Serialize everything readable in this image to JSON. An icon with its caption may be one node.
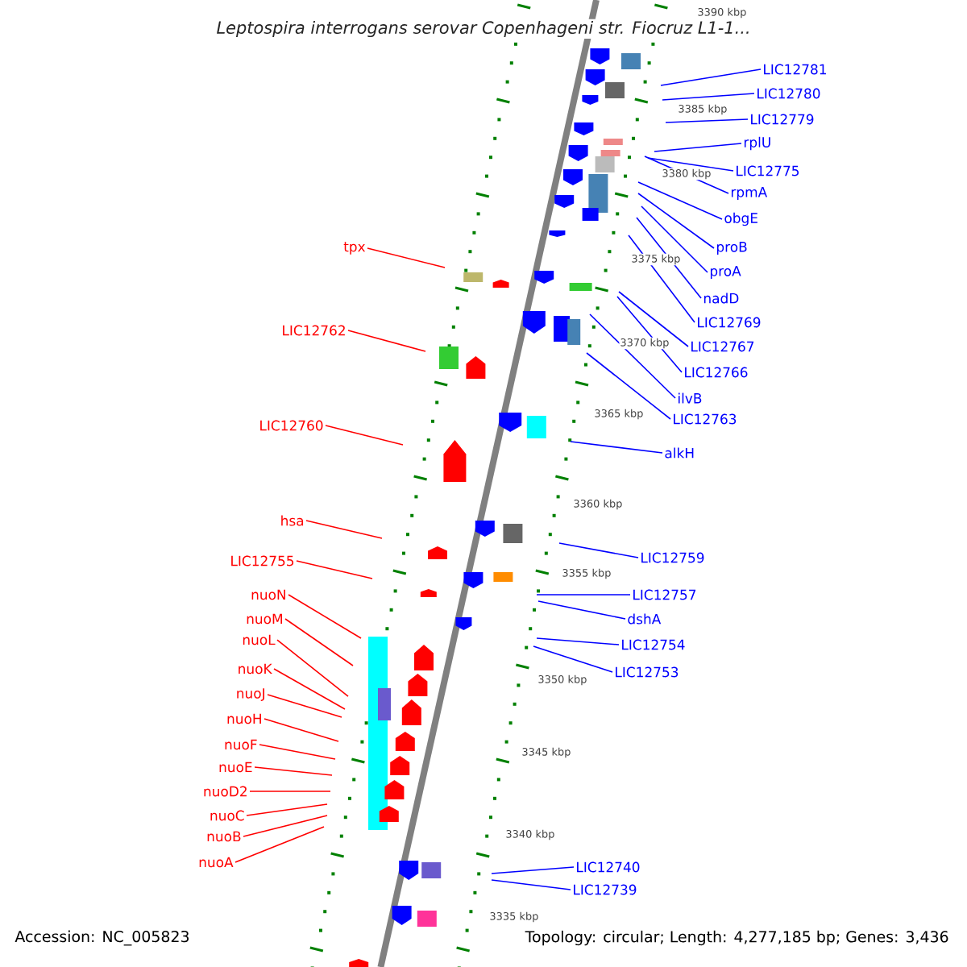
{
  "diagram": {
    "title": "Leptospira interrogans serovar Copenhageni str. Fiocruz L1-1...",
    "nodes": [
      {
        "text": [
          "LIC12781"
        ]
      },
      {
        "text": [
          "LIC12780"
        ]
      },
      {
        "text": [
          "LIC12779"
        ]
      },
      {
        "text": [
          "rplU"
        ]
      },
      {
        "text": [
          "LIC12775"
        ]
      },
      {
        "text": [
          "rpmA"
        ]
      },
      {
        "text": [
          "obgE"
        ]
      },
      {
        "text": [
          "proB"
        ]
      },
      {
        "text": [
          "proA"
        ]
      },
      {
        "text": [
          "nadD"
        ]
      },
      {
        "text": [
          "LIC12769"
        ]
      },
      {
        "text": [
          "LIC12767"
        ]
      },
      {
        "text": [
          "LIC12766"
        ]
      },
      {
        "text": [
          "ilvB"
        ]
      },
      {
        "text": [
          "LIC12763"
        ]
      },
      {
        "text": [
          "alkH"
        ]
      },
      {
        "text": [
          "LIC12759"
        ]
      },
      {
        "text": [
          "LIC12757"
        ]
      },
      {
        "text": [
          "dshA"
        ]
      },
      {
        "text": [
          "LIC12754"
        ]
      },
      {
        "text": [
          "LIC12753"
        ]
      },
      {
        "text": [
          "LIC12740"
        ]
      },
      {
        "text": [
          "LIC12739"
        ]
      },
      {
        "text": [
          "tpx"
        ]
      },
      {
        "text": [
          "LIC12762"
        ]
      },
      {
        "text": [
          "LIC12760"
        ]
      },
      {
        "text": [
          "hsa"
        ]
      },
      {
        "text": [
          "LIC12755"
        ]
      },
      {
        "text": [
          "nuoN"
        ]
      },
      {
        "text": [
          "nuoM"
        ]
      },
      {
        "text": [
          "nuoL"
        ]
      },
      {
        "text": [
          "nuoK"
        ]
      },
      {
        "text": [
          "nuoJ"
        ]
      },
      {
        "text": [
          "nuoH"
        ]
      },
      {
        "text": [
          "nuoF"
        ]
      },
      {
        "text": [
          "nuoE"
        ]
      },
      {
        "text": [
          "nuoD2"
        ]
      },
      {
        "text": [
          "nuoC"
        ]
      },
      {
        "text": [
          "nuoB"
        ]
      },
      {
        "text": [
          "nuoA"
        ]
      }
    ],
    "edges": [
      {
        "from": 0,
        "to": null,
        "arrow": "none"
      },
      {
        "from": 1,
        "to": null,
        "arrow": "none"
      },
      {
        "from": 2,
        "to": null,
        "arrow": "none"
      },
      {
        "from": 3,
        "to": null,
        "arrow": "none"
      },
      {
        "from": 4,
        "to": null,
        "arrow": "none"
      },
      {
        "from": 5,
        "to": null,
        "arrow": "none"
      },
      {
        "from": 6,
        "to": null,
        "arrow": "none"
      },
      {
        "from": 7,
        "to": null,
        "arrow": "none"
      },
      {
        "from": 8,
        "to": null,
        "arrow": "none"
      },
      {
        "from": 9,
        "to": null,
        "arrow": "none"
      },
      {
        "from": 10,
        "to": null,
        "arrow": "none"
      },
      {
        "from": 11,
        "to": null,
        "arrow": "none"
      },
      {
        "from": 12,
        "to": null,
        "arrow": "none"
      },
      {
        "from": 13,
        "to": null,
        "arrow": "none"
      },
      {
        "from": 14,
        "to": null,
        "arrow": "none"
      },
      {
        "from": 15,
        "to": null,
        "arrow": "none"
      },
      {
        "from": 16,
        "to": null,
        "arrow": "none"
      },
      {
        "from": 17,
        "to": null,
        "arrow": "none"
      },
      {
        "from": 18,
        "to": null,
        "arrow": "none"
      },
      {
        "from": 19,
        "to": null,
        "arrow": "none"
      },
      {
        "from": 20,
        "to": null,
        "arrow": "none"
      },
      {
        "from": 21,
        "to": null,
        "arrow": "none"
      },
      {
        "from": 22,
        "to": null,
        "arrow": "none"
      },
      {
        "from": 23,
        "to": null,
        "arrow": "none",
        "color": "#ff0000"
      },
      {
        "from": 24,
        "to": null,
        "arrow": "none",
        "color": "#ff0000"
      },
      {
        "from": 25,
        "to": null,
        "arrow": "none",
        "color": "#ff0000"
      },
      {
        "from": 26,
        "to": null,
        "arrow": "none",
        "color": "#ff0000"
      },
      {
        "from": 27,
        "to": null,
        "arrow": "none",
        "color": "#ff0000"
      },
      {
        "from": 28,
        "to": null,
        "arrow": "none",
        "color": "#ff0000"
      },
      {
        "from": 29,
        "to": null,
        "arrow": "none",
        "color": "#ff0000"
      },
      {
        "from": 30,
        "to": null,
        "arrow": "none",
        "color": "#ff0000"
      },
      {
        "from": 31,
        "to": null,
        "arrow": "none",
        "color": "#ff0000"
      },
      {
        "from": 32,
        "to": null,
        "arrow": "none",
        "color": "#ff0000"
      },
      {
        "from": 33,
        "to": null,
        "arrow": "none",
        "color": "#ff0000"
      },
      {
        "from": 34,
        "to": null,
        "arrow": "none",
        "color": "#ff0000"
      },
      {
        "from": 35,
        "to": null,
        "arrow": "none",
        "color": "#ff0000"
      },
      {
        "from": 36,
        "to": null,
        "arrow": "none",
        "color": "#ff0000"
      },
      {
        "from": 37,
        "to": null,
        "arrow": "none",
        "color": "#ff0000"
      },
      {
        "from": 38,
        "to": null,
        "arrow": "none",
        "color": "#ff0000"
      },
      {
        "from": 39,
        "to": null,
        "arrow": "none",
        "color": "#ff0000"
      }
    ],
    "labels": [
      "3390 kbp",
      "3385 kbp",
      "3380 kbp",
      "3375 kbp",
      "3370 kbp",
      "3365 kbp",
      "3360 kbp",
      "3355 kbp",
      "3350 kbp",
      "3345 kbp",
      "3340 kbp",
      "3335 kbp",
      "Accession: NC_005823",
      "Topology: circular; Length: 4,277,185 bp; Genes: 3,436"
    ]
  }
}
